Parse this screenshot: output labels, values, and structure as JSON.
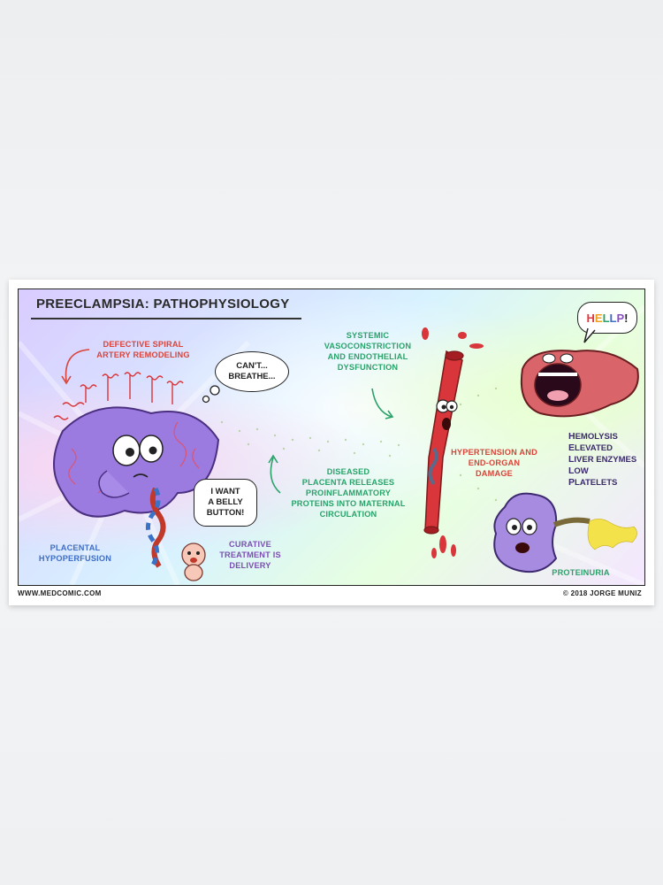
{
  "title": "PREECLAMPSIA: PATHOPHYSIOLOGY",
  "labels": {
    "defective": [
      "DEFECTIVE SPIRAL",
      "ARTERY REMODELING"
    ],
    "placental": [
      "PLACENTAL",
      "HYPOPERFUSION"
    ],
    "curative": [
      "CURATIVE",
      "TREATMENT IS",
      "DELIVERY"
    ],
    "systemic": [
      "SYSTEMIC",
      "VASOCONSTRICTION",
      "AND ENDOTHELIAL",
      "DYSFUNCTION"
    ],
    "diseased": [
      "DISEASED",
      "PLACENTA RELEASES",
      "PROINFLAMMATORY",
      "PROTEINS INTO MATERNAL",
      "CIRCULATION"
    ],
    "hypertension": [
      "HYPERTENSION AND",
      "END-ORGAN",
      "DAMAGE"
    ],
    "proteinuria": "PROTEINURIA"
  },
  "bubbles": {
    "placenta": [
      "CAN'T...",
      "BREATHE..."
    ],
    "baby": [
      "I WANT",
      "A BELLY",
      "BUTTON!"
    ],
    "liver": "HELLP!"
  },
  "hellp_letters": [
    {
      "ch": "H",
      "color": "#e0393e"
    },
    {
      "ch": "E",
      "color": "#f0a020"
    },
    {
      "ch": "L",
      "color": "#2aa26a"
    },
    {
      "ch": "L",
      "color": "#3f6ec4"
    },
    {
      "ch": "P",
      "color": "#8a4fc0"
    },
    {
      "ch": "!",
      "color": "#222222"
    }
  ],
  "acronym": [
    {
      "first": "H",
      "rest": "EMOLYSIS"
    },
    {
      "first": "E",
      "rest": "LEVATED"
    },
    {
      "first": "L",
      "rest": "IVER ENZYMES"
    },
    {
      "first": "L",
      "rest": "OW"
    },
    {
      "first": "P",
      "rest": "LATELETS"
    }
  ],
  "footer": {
    "left": "WWW.MEDCOMIC.COM",
    "right": "© 2018 JORGE MUNIZ"
  },
  "colors": {
    "placenta": "#9b7be0",
    "artery": "#d8363a",
    "liver": "#d9656a",
    "kidney": "#a78be0",
    "umbilical": "#c0392b"
  },
  "icons": [
    "placenta-character",
    "blood-vessel-character",
    "liver-character",
    "kidney-character",
    "baby-character",
    "umbilical-cord",
    "spiral-artery-icon"
  ]
}
